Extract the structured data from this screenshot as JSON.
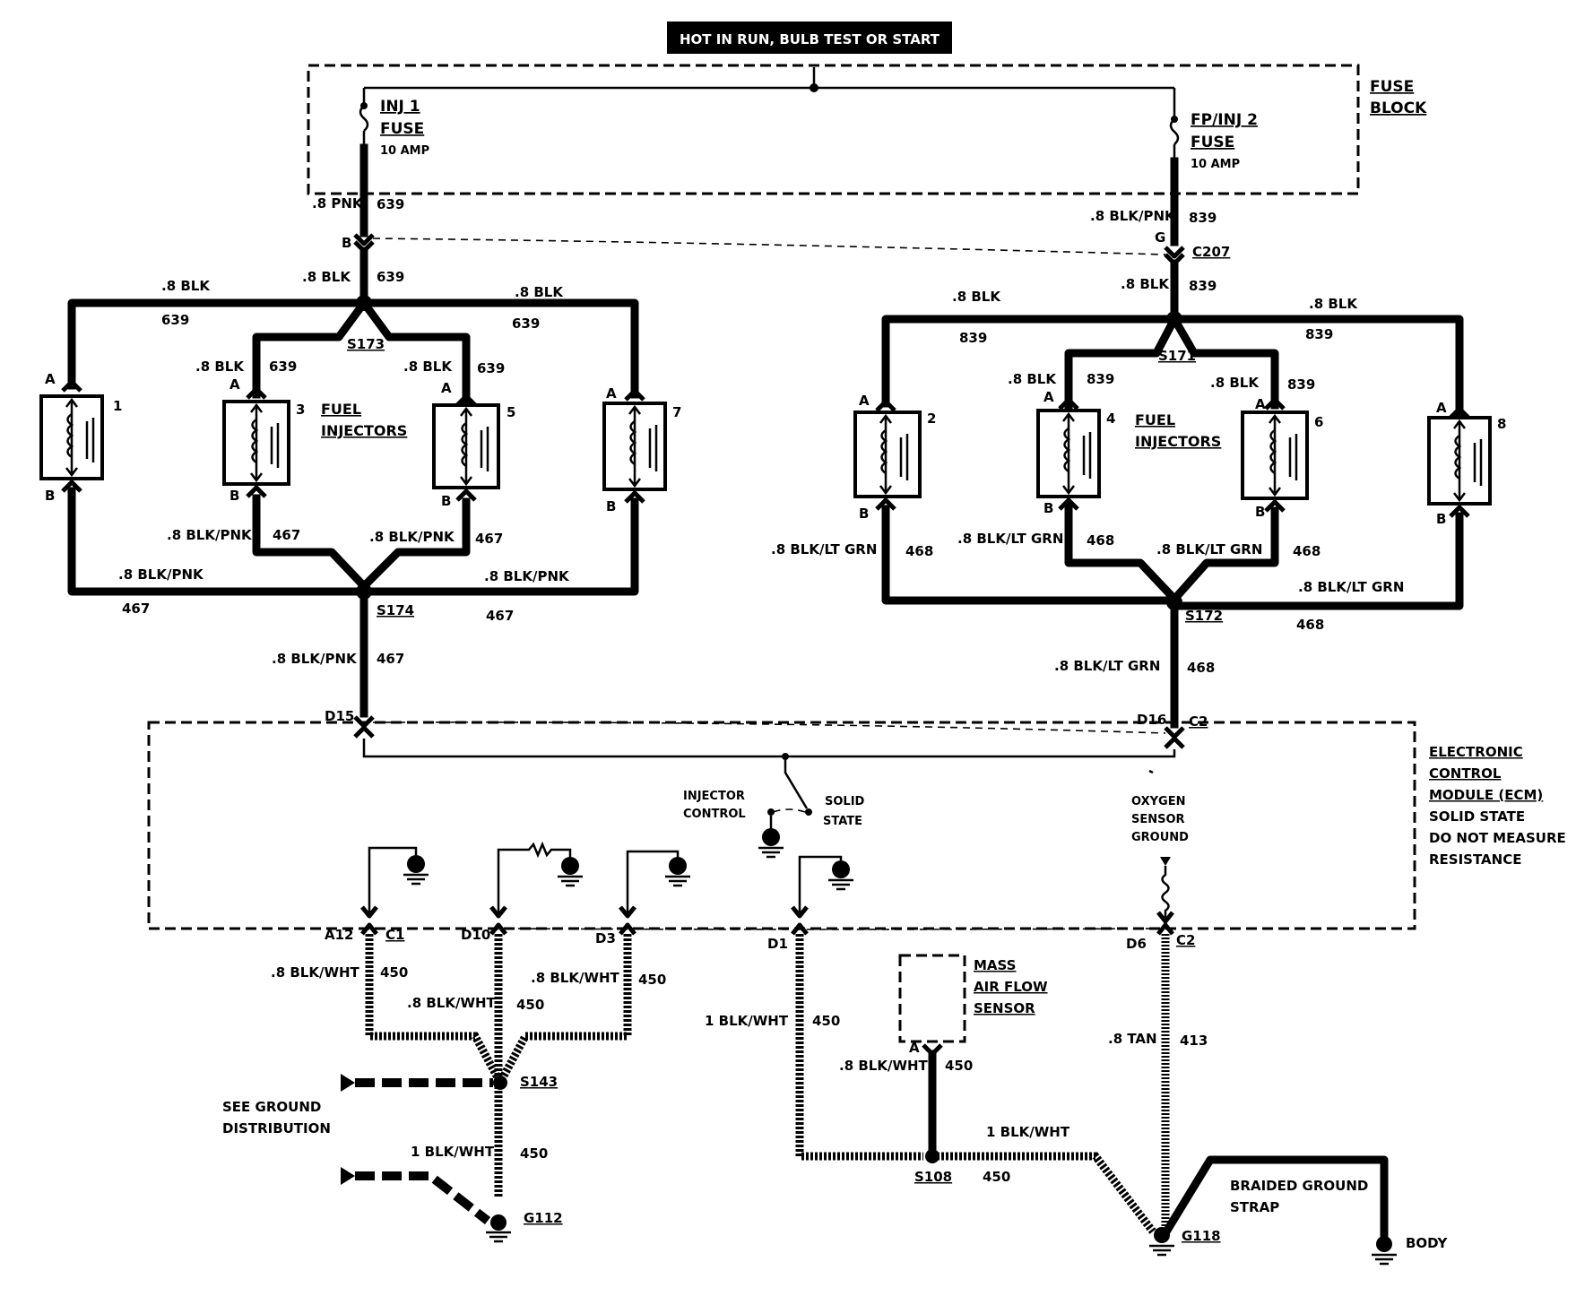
{
  "header": {
    "power_label": "HOT IN RUN, BULB TEST OR START"
  },
  "fuse_block": {
    "label_line1": "FUSE",
    "label_line2": "BLOCK",
    "fuse_left": {
      "name": "INJ 1",
      "label": "FUSE",
      "rating": "10 AMP"
    },
    "fuse_right": {
      "name": "FP/INJ 2",
      "label": "FUSE",
      "rating": "10 AMP"
    }
  },
  "left_bank": {
    "feed_wire": ".8 PNK",
    "feed_circuit": "639",
    "connector_pin": "B",
    "splice_feed_wire": ".8 BLK",
    "splice_feed_circuit": "639",
    "feed_splice": "S173",
    "top_outer_left_wire": ".8 BLK",
    "top_outer_left_circuit": "639",
    "top_outer_right_wire": ".8 BLK",
    "top_outer_right_circuit": "639",
    "top_inner_left_wire": ".8 BLK",
    "top_inner_left_circuit": "639",
    "top_inner_right_wire": ".8 BLK",
    "top_inner_right_circuit": "639",
    "injectors_label_1": "FUEL",
    "injectors_label_2": "INJECTORS",
    "injector_numbers": [
      "1",
      "3",
      "5",
      "7"
    ],
    "pin_a": "A",
    "pin_b": "B",
    "bottom_inner_left_wire": ".8 BLK/PNK",
    "bottom_inner_left_circuit": "467",
    "bottom_inner_right_wire": ".8 BLK/PNK",
    "bottom_inner_right_circuit": "467",
    "bottom_outer_left_wire": ".8 BLK/PNK",
    "bottom_outer_left_circuit": "467",
    "bottom_outer_right_wire": ".8 BLK/PNK",
    "bottom_outer_right_circuit": "467",
    "return_splice": "S174",
    "return_wire": ".8 BLK/PNK",
    "return_circuit": "467",
    "ecm_pin": "D15"
  },
  "right_bank": {
    "feed_wire": ".8 BLK/PNK",
    "feed_circuit": "839",
    "connector_pin": "G",
    "connector": "C207",
    "splice_feed_wire": ".8 BLK",
    "splice_feed_circuit": "839",
    "feed_splice": "S171",
    "top_outer_left_wire": ".8 BLK",
    "top_outer_left_circuit": "839",
    "top_outer_right_wire": ".8 BLK",
    "top_outer_right_circuit": "839",
    "top_inner_left_wire": ".8 BLK",
    "top_inner_left_circuit": "839",
    "top_inner_right_wire": ".8 BLK",
    "top_inner_right_circuit": "839",
    "injectors_label_1": "FUEL",
    "injectors_label_2": "INJECTORS",
    "injector_numbers": [
      "2",
      "4",
      "6",
      "8"
    ],
    "pin_a": "A",
    "pin_b": "B",
    "bottom_outer_left_wire": ".8 BLK/LT GRN",
    "bottom_outer_left_circuit": "468",
    "bottom_inner_left_wire": ".8 BLK/LT GRN",
    "bottom_inner_left_circuit": "468",
    "bottom_inner_right_wire": ".8 BLK/LT GRN",
    "bottom_inner_right_circuit": "468",
    "bottom_outer_right_wire": ".8 BLK/LT GRN",
    "bottom_outer_right_circuit": "468",
    "return_splice": "S172",
    "return_wire": ".8 BLK/LT GRN",
    "return_circuit": "468",
    "ecm_pin": "D16",
    "ecm_connector": "C2"
  },
  "ecm": {
    "label_lines": [
      "ELECTRONIC",
      "CONTROL",
      "MODULE (ECM)",
      "SOLID STATE",
      "DO NOT MEASURE",
      "RESISTANCE"
    ],
    "injector_control_1": "INJECTOR",
    "injector_control_2": "CONTROL",
    "solid_state_1": "SOLID",
    "solid_state_2": "STATE",
    "o2_ground_1": "OXYGEN",
    "o2_ground_2": "SENSOR",
    "o2_ground_3": "GROUND"
  },
  "ground_section": {
    "pin_a12": "A12",
    "conn_c1": "C1",
    "pin_d10": "D10",
    "pin_d3": "D3",
    "pin_d1": "D1",
    "pin_d6": "D6",
    "conn_c2": "C2",
    "wire_a12": ".8 BLK/WHT",
    "circ_a12": "450",
    "wire_d10": ".8 BLK/WHT",
    "circ_d10": "450",
    "wire_d3": ".8 BLK/WHT",
    "circ_d3": "450",
    "wire_d1": "1 BLK/WHT",
    "circ_d1": "450",
    "wire_d6": ".8 TAN",
    "circ_d6": "413",
    "splice_s143": "S143",
    "see_ground_1": "SEE GROUND",
    "see_ground_2": "DISTRIBUTION",
    "wire_s143_g112": "1 BLK/WHT",
    "circ_s143_g112": "450",
    "ground_g112": "G112",
    "maf_1": "MASS",
    "maf_2": "AIR FLOW",
    "maf_3": "SENSOR",
    "maf_pin": "A",
    "wire_maf": ".8 BLK/WHT",
    "circ_maf": "450",
    "splice_s108": "S108",
    "wire_s108_g118": "1 BLK/WHT",
    "circ_s108": "450",
    "ground_g118": "G118",
    "braided_1": "BRAIDED GROUND",
    "braided_2": "STRAP",
    "body": "BODY"
  }
}
